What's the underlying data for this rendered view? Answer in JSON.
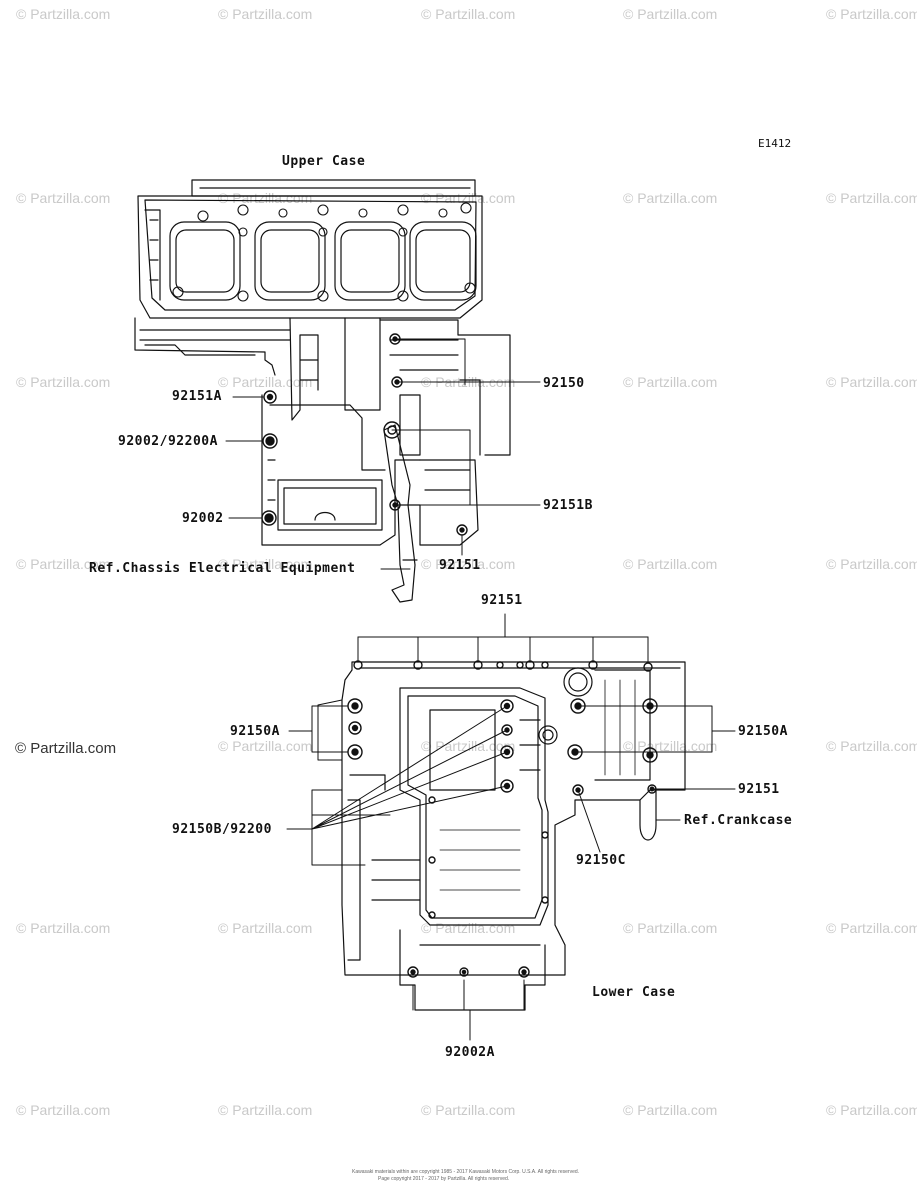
{
  "diagram_code": "E1412",
  "upper_case": {
    "title": "Upper Case",
    "callouts": {
      "p92150": "92150",
      "p92151A": "92151A",
      "p92002_92200A": "92002/92200A",
      "p92151B": "92151B",
      "p92002": "92002",
      "p92151": "92151",
      "ref_chassis": "Ref.Chassis Electrical Equipment"
    }
  },
  "lower_case": {
    "title": "Lower Case",
    "callouts": {
      "p92151_top": "92151",
      "p92150A_left": "92150A",
      "p92150A_right": "92150A",
      "p92151_right": "92151",
      "p92150B_92200": "92150B/92200",
      "ref_crankcase": "Ref.Crankcase",
      "p92150C": "92150C",
      "p92002A": "92002A"
    }
  },
  "watermark": {
    "text": "© Partzilla.com",
    "main_text": "© Partzilla.com"
  },
  "footer": {
    "line1": "Kawasaki materials within are copyright 1985 - 2017 Kawasaki Motors Corp. U.S.A. All rights reserved.",
    "line2": "Page copyright 2017 - 2017 by Partzilla. All rights reserved."
  }
}
